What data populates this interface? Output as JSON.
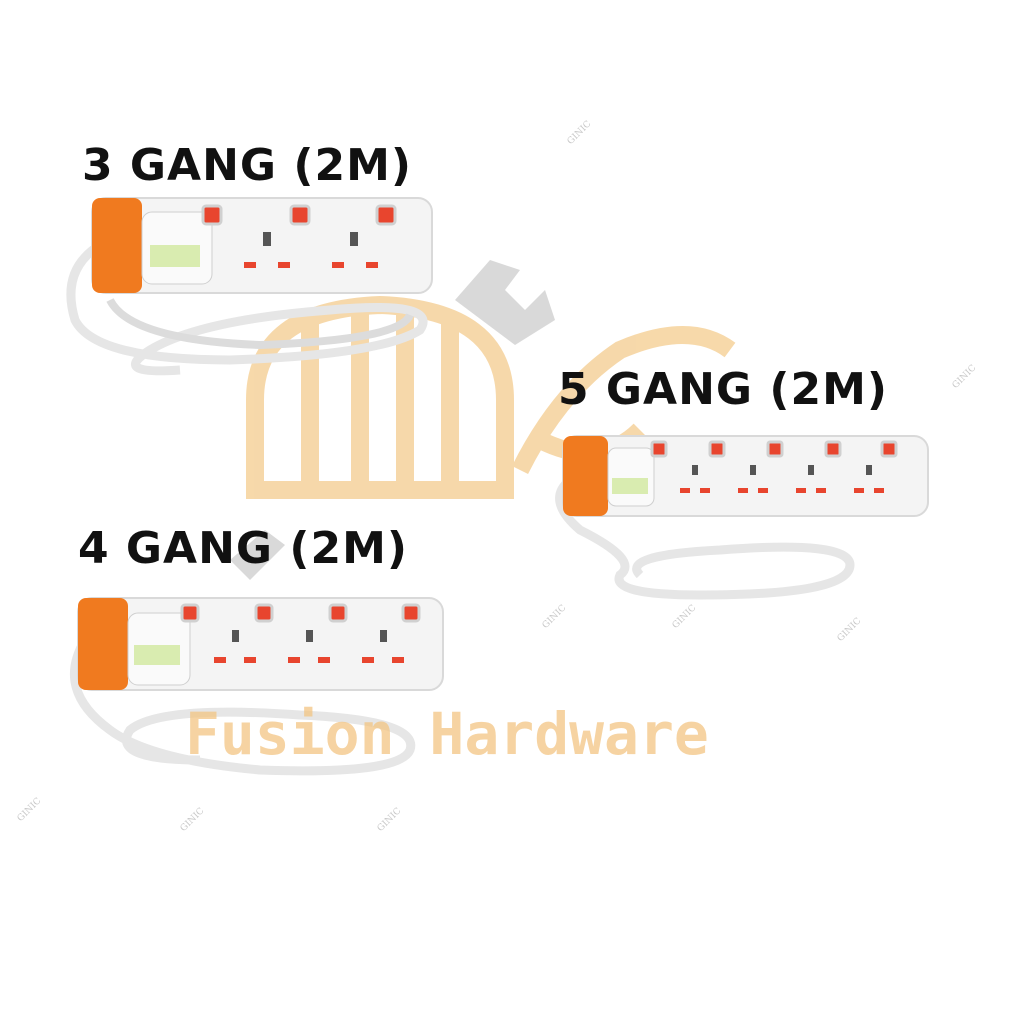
{
  "products": [
    {
      "label": "3 GANG (2M)",
      "gangs": 3
    },
    {
      "label": "4 GANG (2M)",
      "gangs": 4
    },
    {
      "label": "5 GANG (2M)",
      "gangs": 5
    }
  ],
  "watermark": {
    "text": "Fusion Hardware",
    "mark_text": "GINIC"
  },
  "colors": {
    "strip_body": "#f4f4f4",
    "end_cap": "#f07a1f",
    "switch": "#e8452e",
    "watermark": "#f3c583",
    "label": "#111111"
  }
}
